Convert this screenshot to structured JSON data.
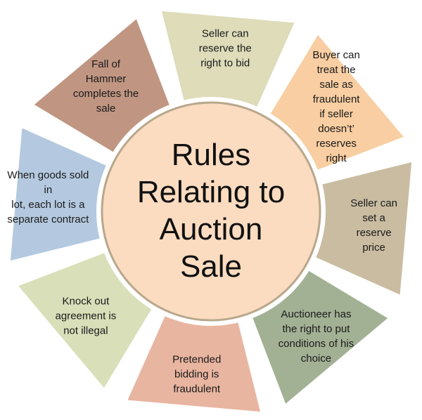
{
  "title": "Rules\nRelating to\nAuction\nSale",
  "segments": [
    {
      "label": "When goods sold in\nlot, each lot is a\nseparate contract",
      "color": "#b4c9df"
    },
    {
      "label": "Fall of\nHammer\ncompletes the\nsale",
      "color": "#c09682"
    },
    {
      "label": "Seller can\nreserve the\nright to bid",
      "color": "#dedcb9"
    },
    {
      "label": "Buyer can\ntreat the\nsale as\nfraudulent\nif seller\ndoesn’t’\nreserves\nright",
      "color": "#f8cea2"
    },
    {
      "label": "Seller can\nset a\nreserve\nprice",
      "color": "#c9bca1"
    },
    {
      "label": "Auctioneer has\nthe right to put\nconditions of his\nchoice",
      "color": "#a2b194"
    },
    {
      "label": "Pretended\nbidding is\nfraudulent",
      "color": "#e8b5a0"
    },
    {
      "label": "Knock out\nagreement is\nnot illegal",
      "color": "#d9dfb9"
    }
  ],
  "colors": {
    "center_fill": "#fbdcc0",
    "center_stroke": "#b8a78c",
    "segment_stroke": "#ffffff"
  }
}
